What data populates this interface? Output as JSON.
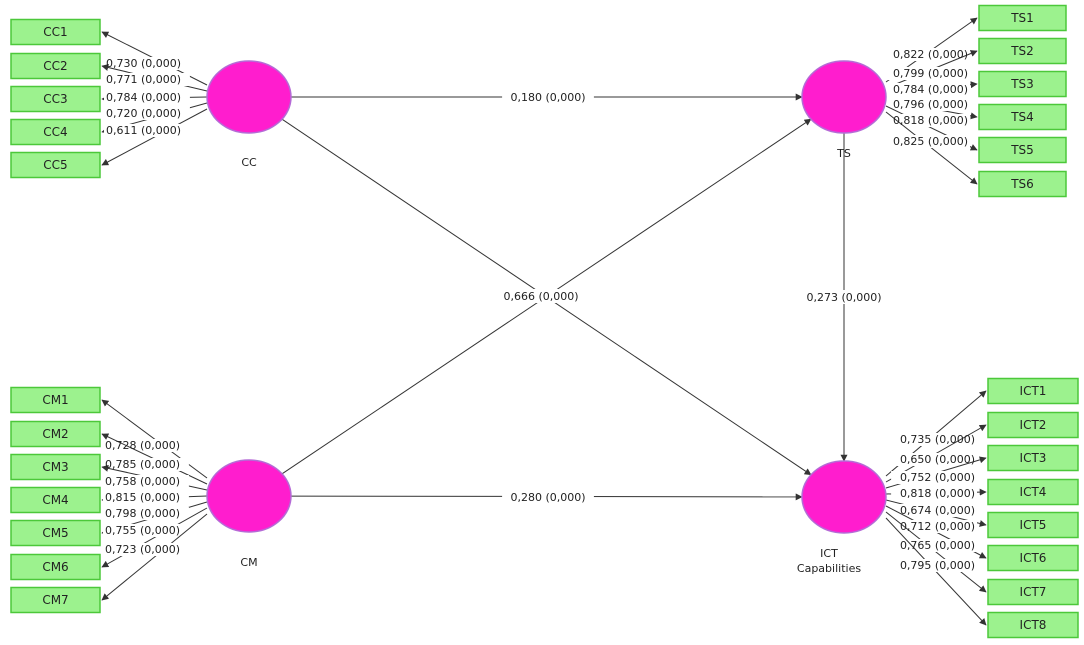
{
  "colors": {
    "construct_fill": "#ff1dce",
    "construct_stroke": "#b56bd6",
    "indicator_fill": "#9cf28e",
    "indicator_stroke": "#4cc83a",
    "line": "#333333"
  },
  "constructs": [
    {
      "id": "CC",
      "label": "CC"
    },
    {
      "id": "TS",
      "label": "TS"
    },
    {
      "id": "CM",
      "label": "CM"
    },
    {
      "id": "ICT",
      "label_lines": [
        "ICT",
        "Capabilities"
      ]
    }
  ],
  "paths": [
    {
      "from": "CC",
      "to": "TS",
      "label": "0,180 (0,000)"
    },
    {
      "from": "CM",
      "to": "ICT",
      "label": "0,280 (0,000)"
    },
    {
      "from": "TS",
      "to": "ICT",
      "label": "0,273 (0,000)"
    },
    {
      "from": "CC",
      "to": "ICT",
      "label": ""
    },
    {
      "from": "CM",
      "to": "TS",
      "label": ""
    }
  ],
  "center_label": "0,666 (0,000)",
  "indicators": {
    "CC": [
      {
        "name": "CC1",
        "loading": "0,730 (0,000)"
      },
      {
        "name": "CC2",
        "loading": "0,771 (0,000)"
      },
      {
        "name": "CC3",
        "loading": "0,784 (0,000)"
      },
      {
        "name": "CC4",
        "loading": "0,720 (0,000)"
      },
      {
        "name": "CC5",
        "loading": "0,611 (0,000)"
      }
    ],
    "TS": [
      {
        "name": "TS1",
        "loading": "0,822 (0,000)"
      },
      {
        "name": "TS2",
        "loading": "0,799 (0,000)"
      },
      {
        "name": "TS3",
        "loading": "0,784 (0,000)"
      },
      {
        "name": "TS4",
        "loading": "0,796 (0,000)"
      },
      {
        "name": "TS5",
        "loading": "0,818 (0,000)"
      },
      {
        "name": "TS6",
        "loading": "0,825 (0,000)"
      }
    ],
    "CM": [
      {
        "name": "CM1",
        "loading": "0,728 (0,000)"
      },
      {
        "name": "CM2",
        "loading": "0,785 (0,000)"
      },
      {
        "name": "CM3",
        "loading": "0,758 (0,000)"
      },
      {
        "name": "CM4",
        "loading": "0,815 (0,000)"
      },
      {
        "name": "CM5",
        "loading": "0,798 (0,000)"
      },
      {
        "name": "CM6",
        "loading": "0,755 (0,000)"
      },
      {
        "name": "CM7",
        "loading": "0,723 (0,000)"
      }
    ],
    "ICT": [
      {
        "name": "ICT1",
        "loading": "0,735 (0,000)"
      },
      {
        "name": "ICT2",
        "loading": "0,650 (0,000)"
      },
      {
        "name": "ICT3",
        "loading": "0,752 (0,000)"
      },
      {
        "name": "ICT4",
        "loading": "0,818 (0,000)"
      },
      {
        "name": "ICT5",
        "loading": "0,674 (0,000)"
      },
      {
        "name": "ICT6",
        "loading": "0,712 (0,000)"
      },
      {
        "name": "ICT7",
        "loading": "0,765 (0,000)"
      },
      {
        "name": "ICT8",
        "loading": "0,795 (0,000)"
      }
    ]
  }
}
